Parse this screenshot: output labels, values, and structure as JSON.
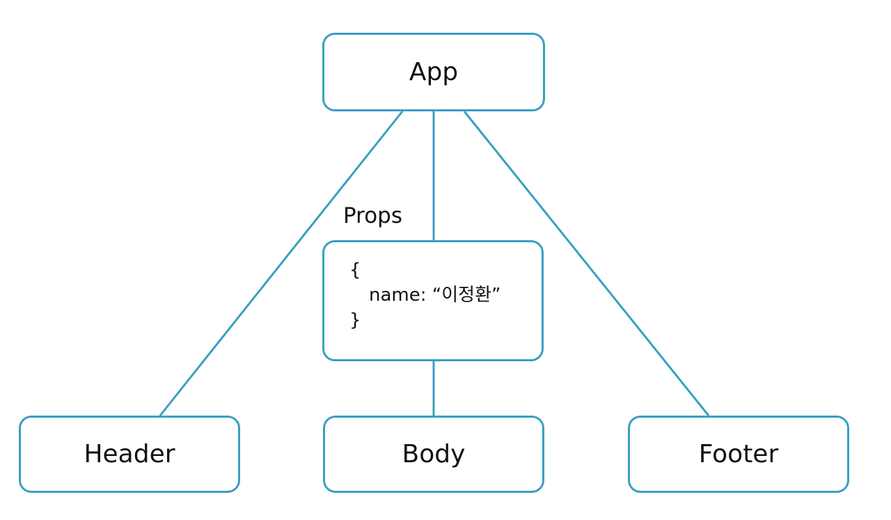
{
  "nodes": {
    "app": "App",
    "header": "Header",
    "body": "Body",
    "footer": "Footer"
  },
  "props": {
    "label": "Props",
    "open_brace": "{",
    "entry": "name: “이정환”",
    "close_brace": "}"
  },
  "colors": {
    "accent": "#3a9fc0"
  }
}
